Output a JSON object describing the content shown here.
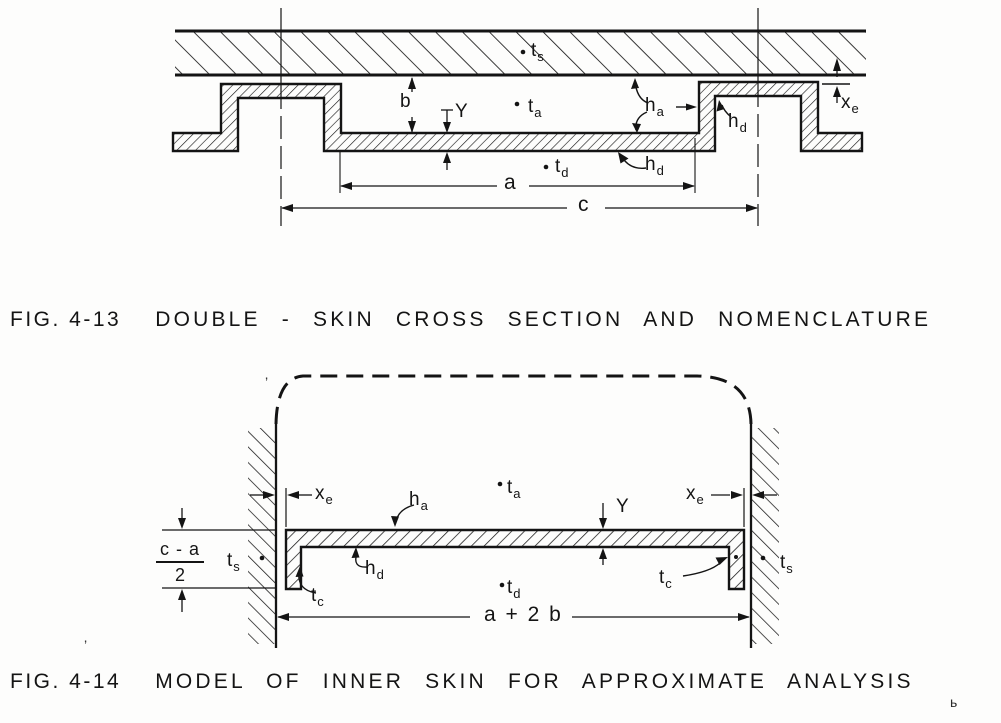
{
  "figures": {
    "fig1": {
      "caption": {
        "fig": "FIG. 4-13",
        "title": "DOUBLE - SKIN CROSS SECTION AND NOMENCLATURE"
      },
      "labels": {
        "t_s": {
          "main": "t",
          "sub": "s"
        },
        "t_a": {
          "main": "t",
          "sub": "a"
        },
        "t_d": {
          "main": "t",
          "sub": "d"
        },
        "h_a": {
          "main": "h",
          "sub": "a"
        },
        "h_d": {
          "main": "h",
          "sub": "d"
        },
        "x_e": {
          "main": "x",
          "sub": "e"
        },
        "b": {
          "main": "b",
          "sub": ""
        },
        "Y": {
          "main": "Y",
          "sub": ""
        },
        "a": {
          "main": "a",
          "sub": ""
        },
        "c": {
          "main": "c",
          "sub": ""
        }
      }
    },
    "fig2": {
      "caption": {
        "fig": "FIG. 4-14",
        "title": "MODEL OF INNER SKIN FOR APPROXIMATE ANALYSIS"
      },
      "labels": {
        "x_e": {
          "main": "x",
          "sub": "e"
        },
        "h_a": {
          "main": "h",
          "sub": "a"
        },
        "h_d": {
          "main": "h",
          "sub": "d"
        },
        "t_a": {
          "main": "t",
          "sub": "a"
        },
        "t_d": {
          "main": "t",
          "sub": "d"
        },
        "t_s": {
          "main": "t",
          "sub": "s"
        },
        "t_c": {
          "main": "t",
          "sub": "c"
        },
        "Y": {
          "main": "Y",
          "sub": ""
        },
        "frac_num": "c - a",
        "frac_den": "2",
        "dim_a2b": "a + 2 b"
      }
    }
  }
}
